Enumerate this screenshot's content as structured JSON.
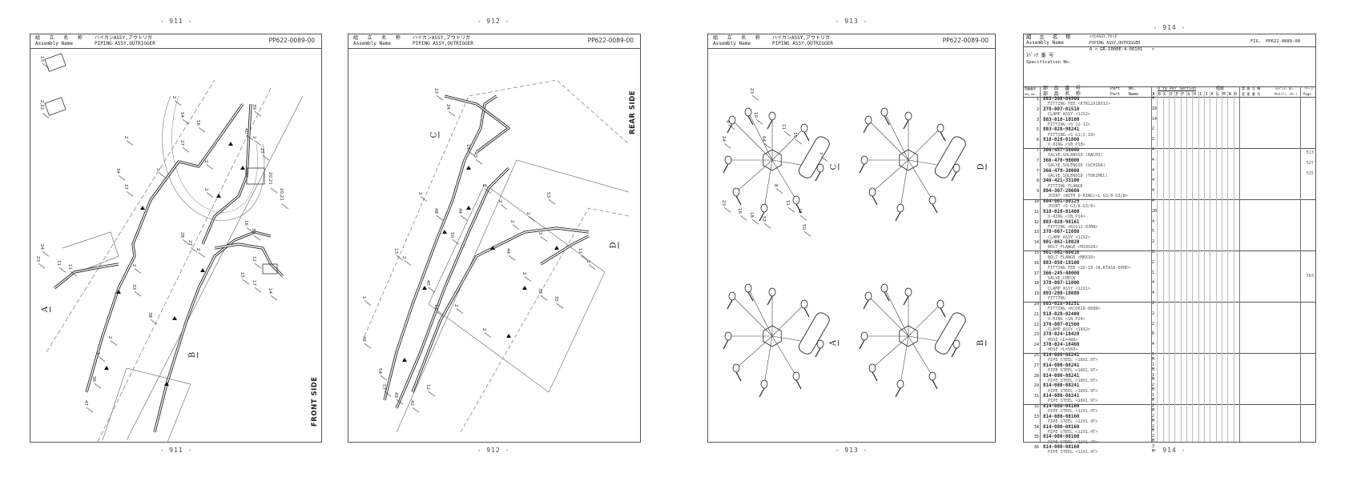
{
  "common": {
    "assembly_label_jp": "組 立 名 称",
    "assembly_label_en": "Assembly Name",
    "title_jp": "ハイカンASSY,アウトリガ",
    "title_en": "PIPING ASSY,OUTRIGGER",
    "fig_no": "PP622-0089-00"
  },
  "pages": [
    {
      "number": "- 911 -",
      "side_label": "FRONT SIDE",
      "view_labels": [
        "A",
        "B"
      ],
      "callouts": [
        "13",
        "2,22",
        "2",
        "2",
        "34",
        "37",
        "1",
        "54",
        "56",
        "27",
        "39",
        "40",
        "2",
        "25",
        "2",
        "20,21",
        "20,21",
        "2",
        "11",
        "28",
        "27",
        "16",
        "31",
        "2",
        "33",
        "38",
        "2",
        "1",
        "36",
        "47",
        "23",
        "24",
        "11",
        "12",
        "15",
        "14",
        "17",
        "2"
      ]
    },
    {
      "number": "- 912 -",
      "side_label": "REAR SIDE",
      "view_labels": [
        "C",
        "D"
      ],
      "callouts": [
        "23",
        "24",
        "15",
        "13",
        "2",
        "2",
        "48",
        "50",
        "45",
        "2",
        "2",
        "44",
        "13",
        "2",
        "1",
        "46",
        "54",
        "57",
        "49",
        "42",
        "12",
        "2",
        "44",
        "2",
        "32",
        "35",
        "2",
        "53",
        "2",
        "2",
        "11",
        "2",
        "43"
      ]
    },
    {
      "number": "- 913 -",
      "view_labels": [
        "C",
        "D",
        "A",
        "B"
      ],
      "callouts": [
        "23",
        "10",
        "9",
        "24",
        "64",
        "11",
        "15",
        "7",
        "23",
        "16",
        "18",
        "52",
        "8",
        "11",
        "12",
        "50"
      ]
    },
    {
      "number": "- 914 -"
    }
  ],
  "parts_list": {
    "assembly_label_jp": "組 立 名 称",
    "assembly_label_en": "Assembly Name",
    "title_jp": "ﾊｲｶﾝASSY,ｱｳﾄﾘｶﾞ",
    "title_en": "PIPING ASSY,OUTRIGGER",
    "fig_label": "FIG.",
    "fig_no": "PP622-0089-00",
    "spec_label_jp": "ｽﾍﾟｯｸ 番 号",
    "spec_label_en": "Specification No.",
    "spec_value": "A < GR-1000E-4-00101",
    "spec_close": ">",
    "col_key_jp": "図番番号",
    "col_key_en": "Key No.",
    "col_part_jp1": "部 品 番 号",
    "col_part_en1": "Part No.",
    "col_part_jp2": "部 品 名 称",
    "col_part_en2": "Part Name",
    "col_qty": "Q'ty Per Section",
    "col_qty_jp": "個数",
    "sections": [
      "A",
      "B",
      "C",
      "D",
      "E",
      "F",
      "G",
      "H",
      "I",
      "J",
      "K",
      "L",
      "M",
      "N",
      "O"
    ],
    "col_modif_jp1": "実 施 号 機",
    "col_modif_jp2": "変 更 番 号",
    "col_serial": "Serial No.",
    "col_modif": "Modifi. No.)",
    "col_page_jp": "ページ",
    "col_page": "Page",
    "rows": [
      {
        "key": "1",
        "part_no": "803-308-04900",
        "name": "FITTING TEE <KTR12X18X12>",
        "qty": "4"
      },
      {
        "key": "2",
        "part_no": "378-007-01510",
        "name": "CLAMP ASSY <12X2>",
        "qty": "16"
      },
      {
        "key": "3",
        "part_no": "803-018-10100",
        "name": "FITTING <S 12-12>",
        "qty": "14"
      },
      {
        "key": "5",
        "part_no": "803-028-98241",
        "name": "FITTING <S G1/2-18>",
        "qty": "2"
      },
      {
        "key": "6",
        "part_no": "918-028-01800",
        "name": "O-RING <1B P18>",
        "qty": "2"
      },
      {
        "key": "7",
        "part_no": "366-457-38000",
        "name": "VALVE,SOLENOID (NACHI)",
        "qty": "4",
        "page": "513"
      },
      {
        "key": "7",
        "part_no": "366-478-98000",
        "name": "VALVE,SOLENOID (UCHIDA)",
        "qty": "4",
        "page": "527"
      },
      {
        "key": "7",
        "part_no": "366-479-38000",
        "name": "VALVE,SOLENOID (TOKIMEC)",
        "qty": "4",
        "page": "525"
      },
      {
        "key": "8",
        "part_no": "346-421-33100",
        "name": "FITTING FLANGE",
        "qty": "4"
      },
      {
        "key": "9",
        "part_no": "804-307-20600",
        "name": "JOINT (WITH O-RING)<L G3/8-G3/8>",
        "qty": "4"
      },
      {
        "key": "10",
        "part_no": "804-001-80129",
        "name": "JOINT <S G3/8-G3/8>",
        "qty": "4"
      },
      {
        "key": "11",
        "part_no": "918-028-01400",
        "name": "O-RING <1B P14>",
        "qty": "20"
      },
      {
        "key": "12",
        "part_no": "803-028-98161",
        "name": "FITTING <KCO12-030N>",
        "qty": "4"
      },
      {
        "key": "13",
        "part_no": "378-007-11080",
        "name": "CLAMP ASSY <12X2>",
        "qty": "5"
      },
      {
        "key": "14",
        "part_no": "901-862-18020",
        "name": "BOLT FLANGE <M10X20>",
        "qty": "2"
      },
      {
        "key": "15",
        "part_no": "901-862-08016",
        "name": "BOLT FLANGE <M8X16>",
        "qty": "8"
      },
      {
        "key": "16",
        "part_no": "803-058-18100",
        "name": "FITTING TEE <18-18-18,KTA18-000E>",
        "qty": "2"
      },
      {
        "key": "17",
        "part_no": "366-245-40000",
        "name": "VALVE,CHECK",
        "qty": "1",
        "page": "563"
      },
      {
        "key": "18",
        "part_no": "378-007-11000",
        "name": "CLAMP ASSY <12X1>",
        "qty": "4"
      },
      {
        "key": "19",
        "part_no": "803-208-18080",
        "name": "FITTING",
        "qty": "4"
      },
      {
        "key": "20",
        "part_no": "803-028-98251",
        "name": "FITTING <KCO018-060N>",
        "qty": "2"
      },
      {
        "key": "21",
        "part_no": "918-028-02400",
        "name": "O-RING <1B P24>",
        "qty": "2"
      },
      {
        "key": "22",
        "part_no": "378-007-01560",
        "name": "CLAMP ASSY <18X2>",
        "qty": "2"
      },
      {
        "key": "23",
        "part_no": "378-024-18420",
        "name": "HOSE <L=480>",
        "qty": "8"
      },
      {
        "key": "24",
        "part_no": "378-024-18460",
        "name": "HOSE <L=560>",
        "qty": "4"
      },
      {
        "key": "25",
        "part_no": "814-080-08241",
        "name": "PIPE STEEL <18X1.9T>",
        "qty": "1 M"
      },
      {
        "key": "27",
        "part_no": "814-080-08241",
        "name": "PIPE STEEL <18X1.9T>",
        "qty": "1 M"
      },
      {
        "key": "28",
        "part_no": "814-080-08241",
        "name": "PIPE STEEL <18X1.9T>",
        "qty": "1 M"
      },
      {
        "key": "29",
        "part_no": "814-080-08241",
        "name": "PIPE STEEL <18X1.9T>",
        "qty": "2 M"
      },
      {
        "key": "31",
        "part_no": "814-080-08241",
        "name": "PIPE STEEL <18X1.9T>",
        "qty": "1 M"
      },
      {
        "key": "32",
        "part_no": "814-080-08160",
        "name": "PIPE STEEL <12X1.4T>",
        "qty": "2 M"
      },
      {
        "key": "33",
        "part_no": "814-080-08160",
        "name": "PIPE STEEL <12X1.4T>",
        "qty": "2 M"
      },
      {
        "key": "34",
        "part_no": "814-080-08160",
        "name": "PIPE STEEL <12X1.4T>",
        "qty": "2 M"
      },
      {
        "key": "35",
        "part_no": "814-080-08160",
        "name": "PIPE STEEL <12X1.4T>",
        "qty": "2 M"
      },
      {
        "key": "36",
        "part_no": "814-080-08160",
        "name": "PIPE STEEL <12X1.4T>",
        "qty": "3 M"
      }
    ]
  }
}
